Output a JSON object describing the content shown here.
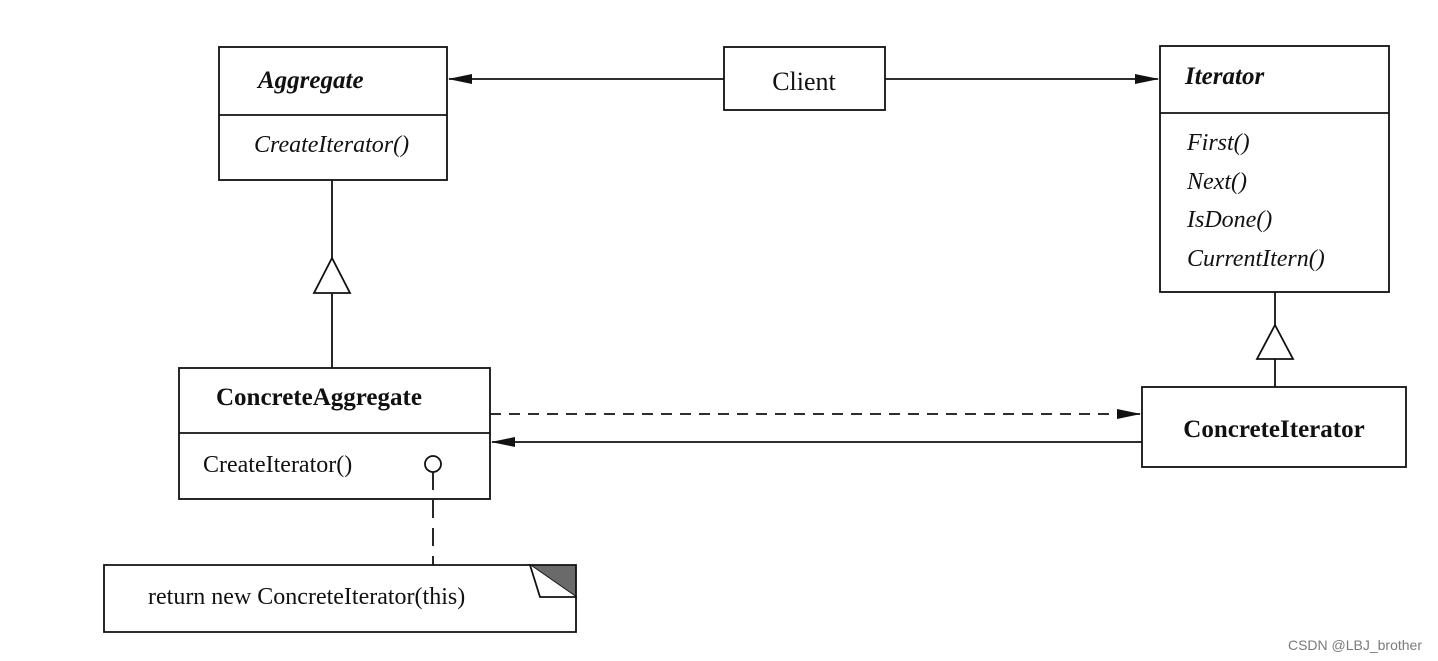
{
  "classes": {
    "aggregate": {
      "name": "Aggregate",
      "operations": [
        "CreateIterator()"
      ]
    },
    "client": {
      "name": "Client"
    },
    "iterator": {
      "name": "Iterator",
      "operations": [
        "First()",
        "Next()",
        "IsDone()",
        "CurrentItern()"
      ]
    },
    "concrete_aggregate": {
      "name": "ConcreteAggregate",
      "operations": [
        "CreateIterator()"
      ]
    },
    "concrete_iterator": {
      "name": "ConcreteIterator"
    }
  },
  "note": {
    "text": "return new ConcreteIterator(this)"
  },
  "watermark": "CSDN @LBJ_brother"
}
